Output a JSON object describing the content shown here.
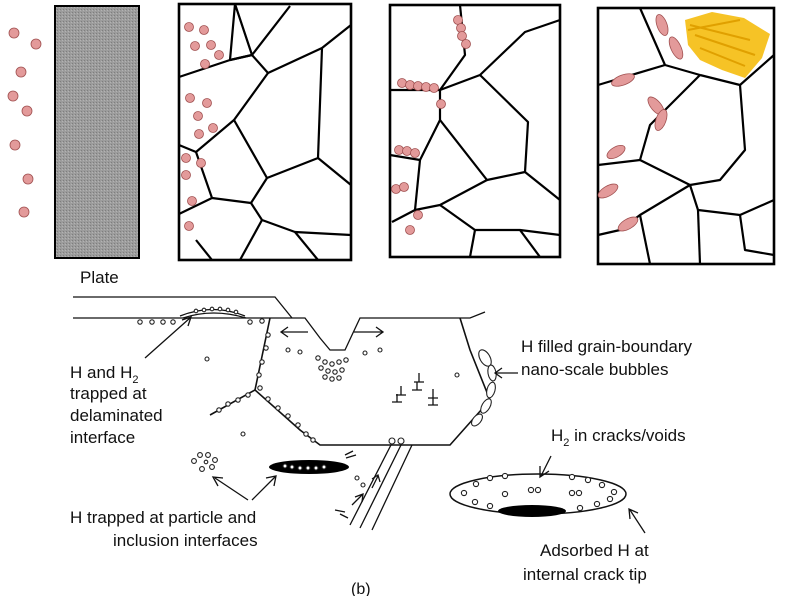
{
  "labels": {
    "plate": "Plate",
    "h_and_h2_line1": "H and H",
    "h_and_h2_sub": "2",
    "h_and_h2_line2": "trapped at",
    "h_and_h2_line3": "delaminated",
    "h_and_h2_line4": "interface",
    "grain_boundary_line1": "H filled grain-boundary",
    "grain_boundary_line2": "nano-scale bubbles",
    "cracks_prefix": "H",
    "cracks_sub": "2",
    "cracks_suffix": " in cracks/voids",
    "particle_line1": "H trapped at particle and",
    "particle_line2": "inclusion interfaces",
    "adsorbed_line1": "Adsorbed H at",
    "adsorbed_line2": "internal crack tip",
    "bottom_mark": "(b)"
  },
  "colors": {
    "hydrogen_atom": "#e39a9a",
    "plate": "#9a9a9a",
    "blister_region": "#f5b800",
    "inclusion": "#000000"
  }
}
